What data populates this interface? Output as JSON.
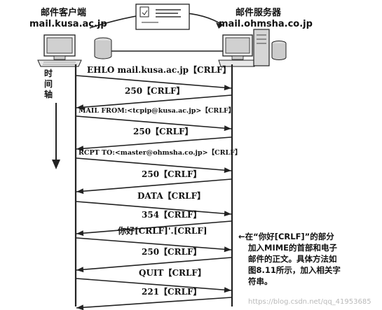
{
  "client": {
    "title": "邮件客户端",
    "host": "mail.kusa.ac.jp"
  },
  "server": {
    "title": "邮件服务器",
    "host": "mail.ohmsha.co.jp"
  },
  "time_axis_label": [
    "时",
    "间",
    "轴"
  ],
  "messages": [
    {
      "text": "EHLO mail.kusa.ac.jp【CRLF】",
      "direction": "client-to-server"
    },
    {
      "text": "250【CRLF】",
      "direction": "server-to-client"
    },
    {
      "text": "MAIL FROM:<tcpip@kusa.ac.jp>【CRLF】",
      "direction": "client-to-server"
    },
    {
      "text": "250【CRLF】",
      "direction": "server-to-client"
    },
    {
      "text": "RCPT TO:<master@ohmsha.co.jp>【CRLF】",
      "direction": "client-to-server"
    },
    {
      "text": "250【CRLF】",
      "direction": "server-to-client"
    },
    {
      "text": "DATA【CRLF】",
      "direction": "client-to-server"
    },
    {
      "text": "354【CRLF】",
      "direction": "server-to-client"
    },
    {
      "text": "你好[CRLF]'.[CRLF]",
      "direction": "client-to-server"
    },
    {
      "text": "250【CRLF】",
      "direction": "server-to-client"
    },
    {
      "text": "QUIT【CRLF】",
      "direction": "client-to-server"
    },
    {
      "text": "221【CRLF】",
      "direction": "server-to-client"
    }
  ],
  "note": {
    "lines": [
      "←在“你好[CRLF]”的部分",
      "加入MIME的首部和电子",
      "邮件的正文。具体方法如",
      "图8.11所示，加入相关字",
      "符串。"
    ]
  },
  "watermark": "https://blog.csdn.net/qq_41953685"
}
